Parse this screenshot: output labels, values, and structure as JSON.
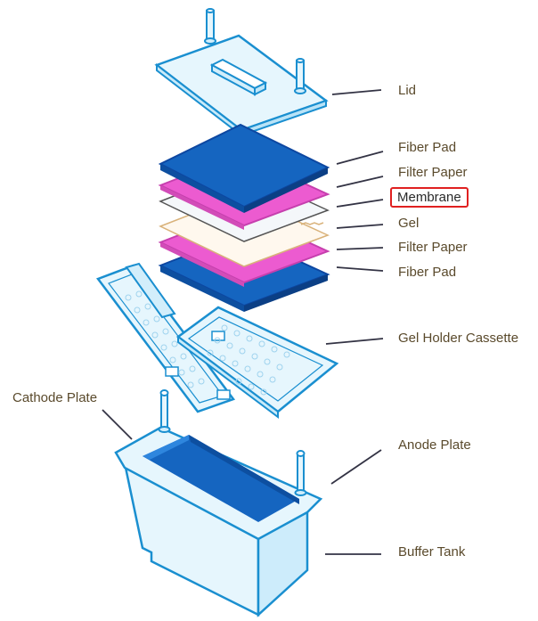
{
  "labels": {
    "lid": "Lid",
    "fiber_pad_top": "Fiber Pad",
    "filter_paper_top": "Filter Paper",
    "membrane": "Membrane",
    "gel": "Gel",
    "filter_paper_bottom": "Filter Paper",
    "fiber_pad_bottom": "Fiber Pad",
    "gel_holder_cassette": "Gel Holder Cassette",
    "cathode_plate": "Cathode Plate",
    "anode_plate": "Anode Plate",
    "buffer_tank": "Buffer Tank"
  },
  "highlighted_label": "membrane",
  "colors": {
    "outline": "#1a8fd0",
    "light_fill": "#e6f6fd",
    "fiber_pad": "#1565c0",
    "filter_paper": "#ec5bd0",
    "membrane": "#f4f7fa",
    "gel": "#fff8ee",
    "gel_outline": "#d9b27a",
    "leader_line": "#333344",
    "highlight_border": "#e02020"
  }
}
